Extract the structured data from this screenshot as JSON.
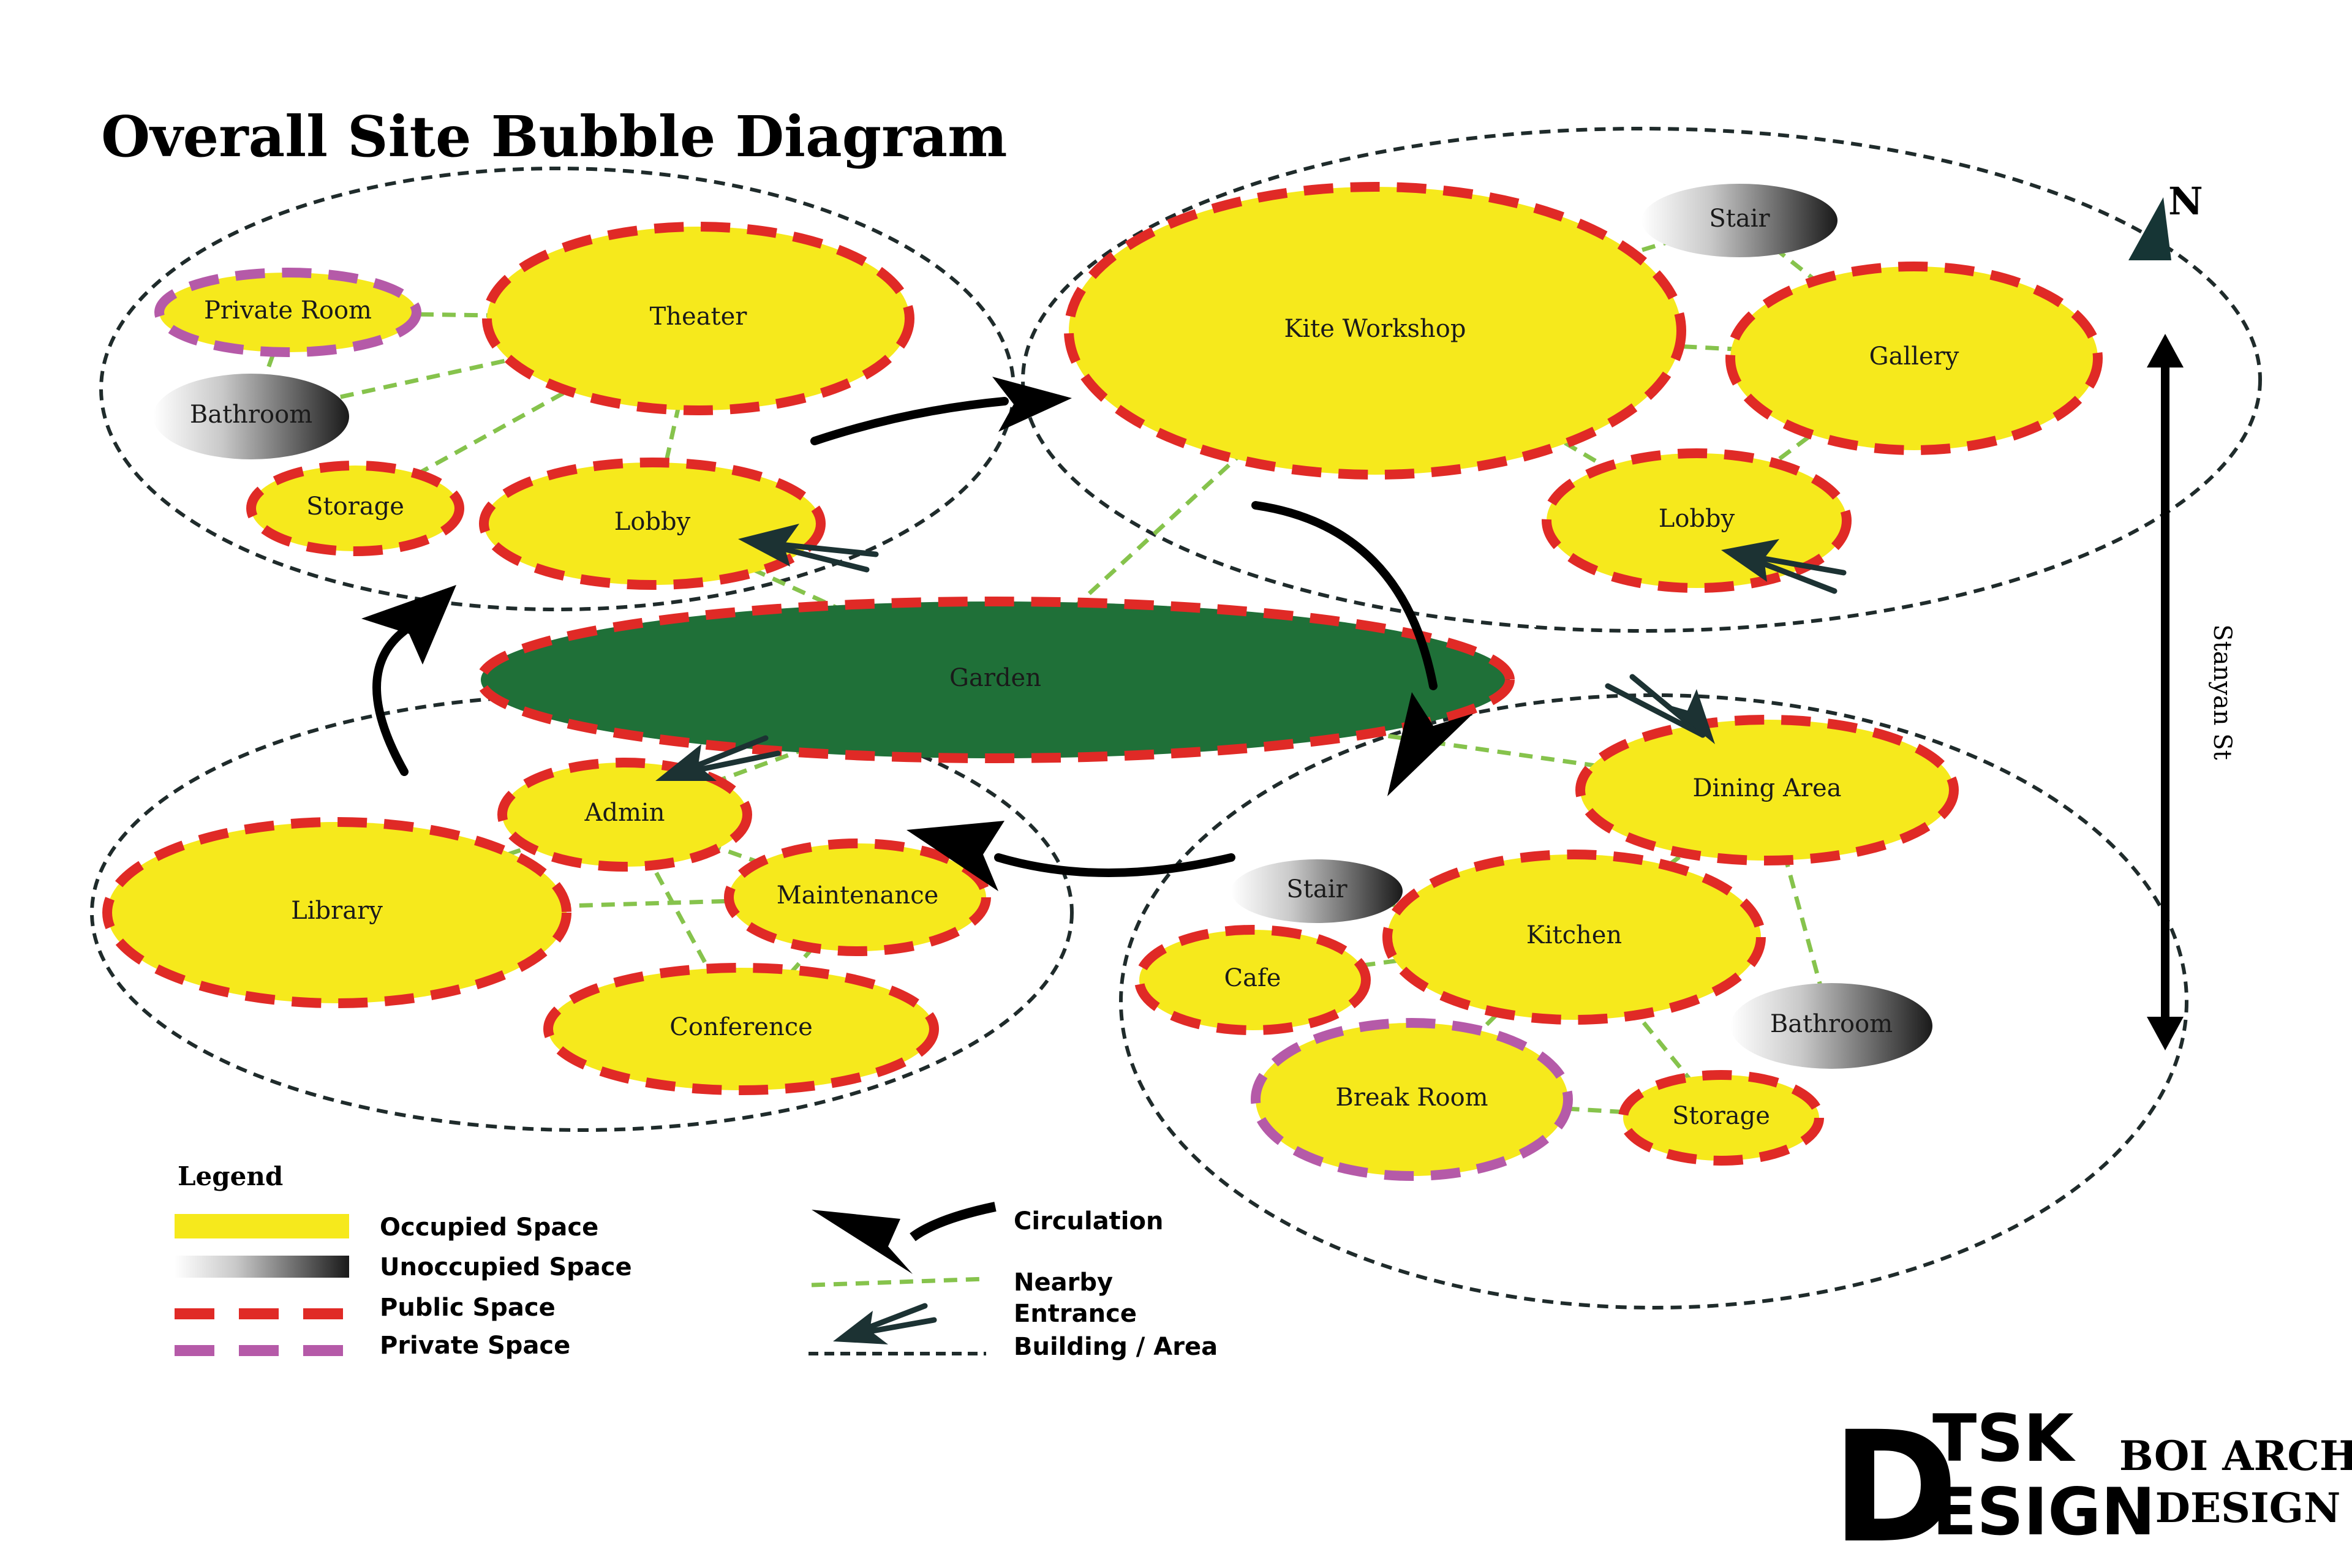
{
  "title": "Overall Site Bubble Diagram",
  "colors": {
    "occupied": "#f6e91c",
    "public_dash": "#e02a26",
    "private_dash": "#b55aa8",
    "garden": "#1f7038",
    "nearby_line": "#86c34c",
    "boundary": "#1f2b2b",
    "entrance_arrow": "#1c3233"
  },
  "areas": [
    {
      "id": "nw-building",
      "label": ""
    },
    {
      "id": "ne-building",
      "label": ""
    },
    {
      "id": "sw-building",
      "label": ""
    },
    {
      "id": "se-building",
      "label": ""
    }
  ],
  "spaces": [
    {
      "id": "private-room",
      "label": "Private Room",
      "kind": "occupied-private"
    },
    {
      "id": "theater",
      "label": "Theater",
      "kind": "occupied-public"
    },
    {
      "id": "bathroom-nw",
      "label": "Bathroom",
      "kind": "unoccupied"
    },
    {
      "id": "storage-nw",
      "label": "Storage",
      "kind": "occupied-public"
    },
    {
      "id": "lobby-nw",
      "label": "Lobby",
      "kind": "occupied-public"
    },
    {
      "id": "stair-ne",
      "label": "Stair",
      "kind": "unoccupied"
    },
    {
      "id": "kite-workshop",
      "label": "Kite Workshop",
      "kind": "occupied-public"
    },
    {
      "id": "gallery",
      "label": "Gallery",
      "kind": "occupied-public"
    },
    {
      "id": "lobby-ne",
      "label": "Lobby",
      "kind": "occupied-public"
    },
    {
      "id": "garden",
      "label": "Garden",
      "kind": "garden"
    },
    {
      "id": "admin",
      "label": "Admin",
      "kind": "occupied-public"
    },
    {
      "id": "library",
      "label": "Library",
      "kind": "occupied-public"
    },
    {
      "id": "maintenance",
      "label": "Maintenance",
      "kind": "occupied-public"
    },
    {
      "id": "conference",
      "label": "Conference",
      "kind": "occupied-public"
    },
    {
      "id": "dining-area",
      "label": "Dining Area",
      "kind": "occupied-public"
    },
    {
      "id": "stair-se",
      "label": "Stair",
      "kind": "unoccupied"
    },
    {
      "id": "kitchen",
      "label": "Kitchen",
      "kind": "occupied-public"
    },
    {
      "id": "cafe",
      "label": "Cafe",
      "kind": "occupied-public"
    },
    {
      "id": "bathroom-se",
      "label": "Bathroom",
      "kind": "unoccupied"
    },
    {
      "id": "break-room",
      "label": "Break Room",
      "kind": "occupied-private"
    },
    {
      "id": "storage-se",
      "label": "Storage",
      "kind": "occupied-public"
    }
  ],
  "nearby": [
    [
      "private-room",
      "theater"
    ],
    [
      "private-room",
      "bathroom-nw"
    ],
    [
      "theater",
      "bathroom-nw"
    ],
    [
      "theater",
      "storage-nw"
    ],
    [
      "theater",
      "lobby-nw"
    ],
    [
      "lobby-nw",
      "garden"
    ],
    [
      "stair-ne",
      "kite-workshop"
    ],
    [
      "stair-ne",
      "gallery"
    ],
    [
      "kite-workshop",
      "gallery"
    ],
    [
      "kite-workshop",
      "lobby-ne"
    ],
    [
      "gallery",
      "lobby-ne"
    ],
    [
      "kite-workshop",
      "garden"
    ],
    [
      "garden",
      "admin"
    ],
    [
      "garden",
      "dining-area"
    ],
    [
      "admin",
      "library"
    ],
    [
      "admin",
      "maintenance"
    ],
    [
      "admin",
      "conference"
    ],
    [
      "library",
      "maintenance"
    ],
    [
      "maintenance",
      "conference"
    ],
    [
      "dining-area",
      "kitchen"
    ],
    [
      "dining-area",
      "bathroom-se"
    ],
    [
      "stair-se",
      "kitchen"
    ],
    [
      "cafe",
      "kitchen"
    ],
    [
      "kitchen",
      "break-room"
    ],
    [
      "kitchen",
      "storage-se"
    ],
    [
      "break-room",
      "storage-se"
    ]
  ],
  "circulation": [
    {
      "from": "nw-building",
      "to": "ne-building"
    },
    {
      "from": "ne-building",
      "to": "se-building"
    },
    {
      "from": "se-building",
      "to": "sw-building"
    },
    {
      "from": "sw-building",
      "to": "nw-building"
    }
  ],
  "entrances": [
    "lobby-nw",
    "lobby-ne",
    "dining-area",
    "admin"
  ],
  "street": {
    "label": "Stanyan St"
  },
  "north": {
    "label": "N"
  },
  "legend": {
    "title": "Legend",
    "items": [
      {
        "id": "occupied",
        "label": "Occupied Space"
      },
      {
        "id": "unoccupied",
        "label": "Unoccupied Space"
      },
      {
        "id": "public",
        "label": "Public Space"
      },
      {
        "id": "private",
        "label": "Private Space"
      },
      {
        "id": "circulation",
        "label": "Circulation"
      },
      {
        "id": "nearby",
        "label": "Nearby"
      },
      {
        "id": "entrance",
        "label": "Entrance"
      },
      {
        "id": "boundary",
        "label": "Building / Area"
      }
    ]
  },
  "logos": {
    "dtsk": {
      "big_letter": "D",
      "line1": "TSK",
      "line2": "ESIGN"
    },
    "boi": {
      "line1": "BOI ARCHI",
      "line2": "DESIGN"
    }
  }
}
